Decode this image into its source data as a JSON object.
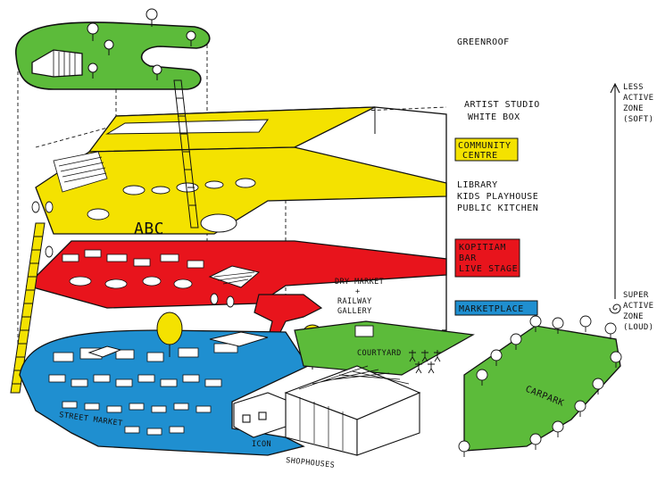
{
  "labels": {
    "greenroof": "GREENROOF",
    "artist_studio": [
      "ARTIST STUDIO",
      "WHITE BOX"
    ],
    "community_centre": [
      "COMMUNITY",
      "CENTRE"
    ],
    "library_group": [
      "LIBRARY",
      "KIDS PLAYHOUSE",
      "PUBLIC KITCHEN"
    ],
    "kopitiam": [
      "KOPITIAM",
      "BAR",
      "LIVE STAGE"
    ],
    "dry_market": [
      "DRY MARKET",
      "+",
      "RAILWAY",
      "GALLERY"
    ],
    "marketplace": "MARKETPLACE",
    "courtyard": "COURTYARD",
    "carpark": "CARPARK",
    "street_market": "STREET MARKET",
    "icon": "ICON",
    "shophouses": "SHOPHOUSES",
    "abc": "ABC",
    "less_active": [
      "LESS",
      "ACTIVE",
      "ZONE",
      "(SOFT)"
    ],
    "super_active": [
      "SUPER",
      "ACTIVE",
      "ZONE",
      "(LOUD)"
    ]
  },
  "colors": {
    "yellow": "#f4e200",
    "red": "#e8141c",
    "blue": "#1f8fd0",
    "green": "#5cbb3a",
    "ink": "#111111"
  },
  "icons": [
    "tree-icon",
    "building-icon",
    "person-icon",
    "ladder-icon",
    "arrow-up-icon",
    "spiral-icon"
  ]
}
